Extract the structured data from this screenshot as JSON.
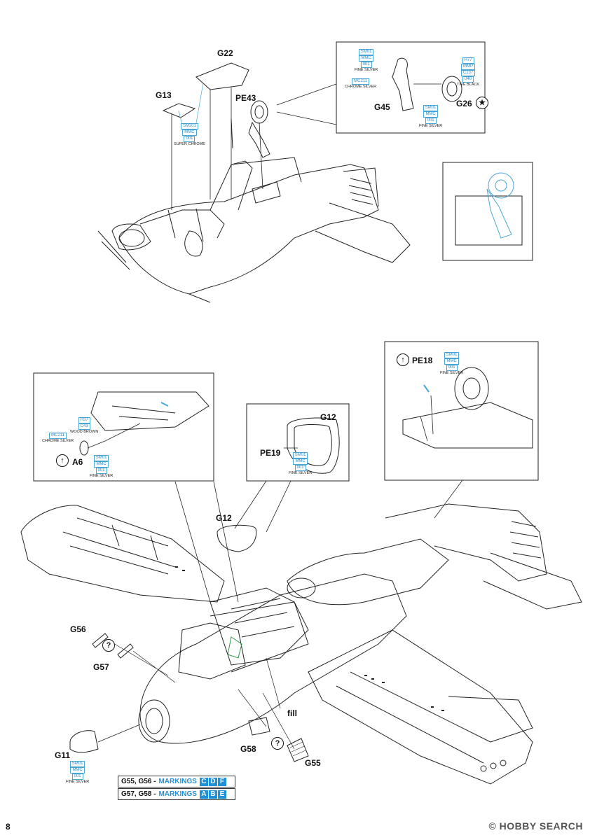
{
  "page_number": "8",
  "watermark": "© HOBBY SEARCH",
  "parts": {
    "g22": "G22",
    "g13": "G13",
    "pe43": "PE43",
    "g45": "G45",
    "g26": "G26",
    "pe18": "PE18",
    "g12_top": "G12",
    "pe19": "PE19",
    "a6": "A6",
    "g12": "G12",
    "g56": "G56",
    "g57": "G57",
    "g11": "G11",
    "g58": "G58",
    "g55": "G55",
    "fill": "fill"
  },
  "paints": {
    "super_chrome": {
      "codes": [
        "SM201",
        "MMC",
        "001"
      ],
      "name": "SUPER CHROME"
    },
    "g45_fine_silver": {
      "codes": [
        "SM01",
        "MMC",
        "001"
      ],
      "name": "FINE SILVER"
    },
    "chrome_silver": {
      "codes": [
        "MC211"
      ],
      "name": "CHROME SILVER"
    },
    "g45_fine_silver2": {
      "codes": [
        "SM01",
        "MMC",
        "001"
      ],
      "name": "FINE SILVER"
    },
    "tire_black": {
      "codes": [
        "H77",
        "MMP",
        "C137",
        "040"
      ],
      "name": "TIRE BLACK"
    },
    "pe18_fine_silver": {
      "codes": [
        "SM01",
        "MMC",
        "001"
      ],
      "name": "FINE SILVER"
    },
    "wood_brown": {
      "codes": [
        "H37",
        "C43"
      ],
      "name": "WOOD BROWN"
    },
    "a6_chrome_silver": {
      "codes": [
        "MC211"
      ],
      "name": "CHROME SILVER"
    },
    "a6_fine_silver": {
      "codes": [
        "SM01",
        "MMC",
        "001"
      ],
      "name": "FINE SILVER"
    },
    "pe19_fine_silver": {
      "codes": [
        "SM01",
        "MMC",
        "001"
      ],
      "name": "FINE SILVER"
    },
    "g11_fine_silver": {
      "codes": [
        "SM01",
        "MMC",
        "001"
      ],
      "name": "FINE SILVER"
    }
  },
  "legend": [
    {
      "parts": "G55, G56 -",
      "label": "MARKINGS",
      "letters": [
        "C",
        "D",
        "F"
      ]
    },
    {
      "parts": "G57, G58 -",
      "label": "MARKINGS",
      "letters": [
        "A",
        "B",
        "E"
      ]
    }
  ],
  "symbols": {
    "question": "?",
    "arrow": "↑",
    "star": "★"
  }
}
